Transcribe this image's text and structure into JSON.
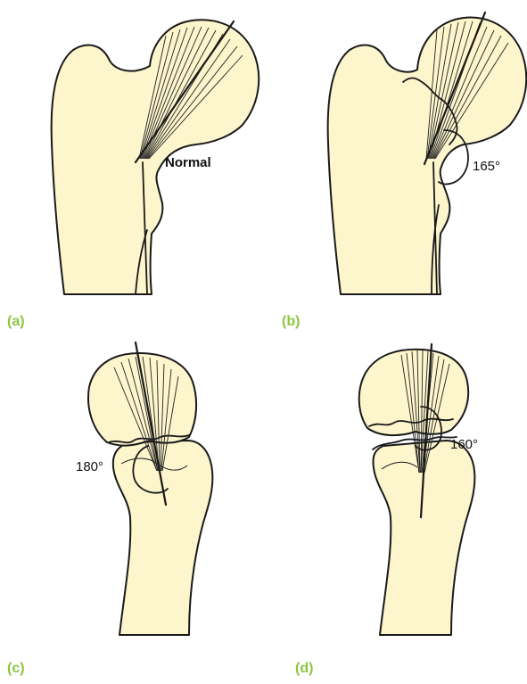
{
  "panels": [
    {
      "tag": "(a)",
      "annotation": "Normal"
    },
    {
      "tag": "(b)",
      "annotation": "165°"
    },
    {
      "tag": "(c)",
      "annotation": "180°"
    },
    {
      "tag": "(d)",
      "annotation": "160°"
    }
  ],
  "colors": {
    "bone_fill": "#fdf5cc",
    "outline": "#1a1a1a",
    "tag_color": "#8cc63f"
  }
}
